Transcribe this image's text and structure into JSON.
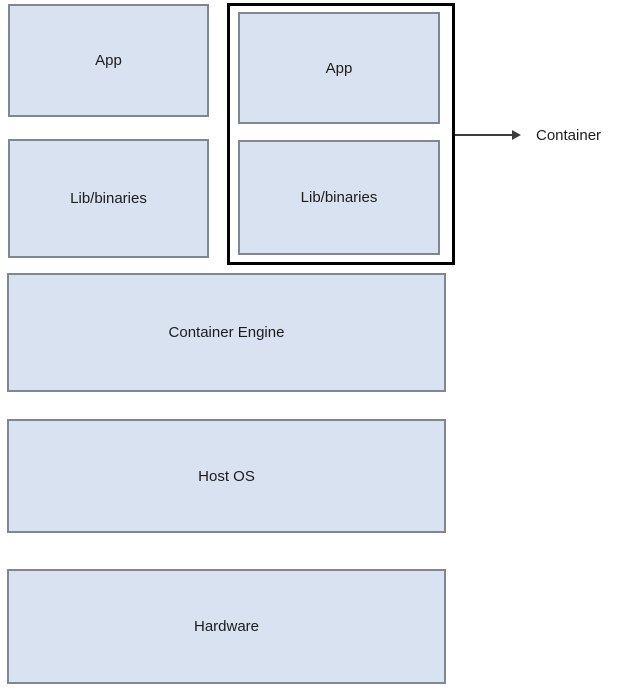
{
  "diagram": {
    "left_stack": {
      "app_label": "App",
      "libs_label": "Lib/binaries"
    },
    "container_group": {
      "app_label": "App",
      "libs_label": "Lib/binaries",
      "callout_label": "Container"
    },
    "layers": {
      "engine_label": "Container Engine",
      "host_os_label": "Host OS",
      "hardware_label": "Hardware"
    }
  },
  "colors": {
    "box_fill": "#d8e2f0",
    "box_border": "#7f8790",
    "group_border": "#000000",
    "arrow": "#3c3c3c",
    "text": "#1c1c1c",
    "background": "#ffffff"
  }
}
